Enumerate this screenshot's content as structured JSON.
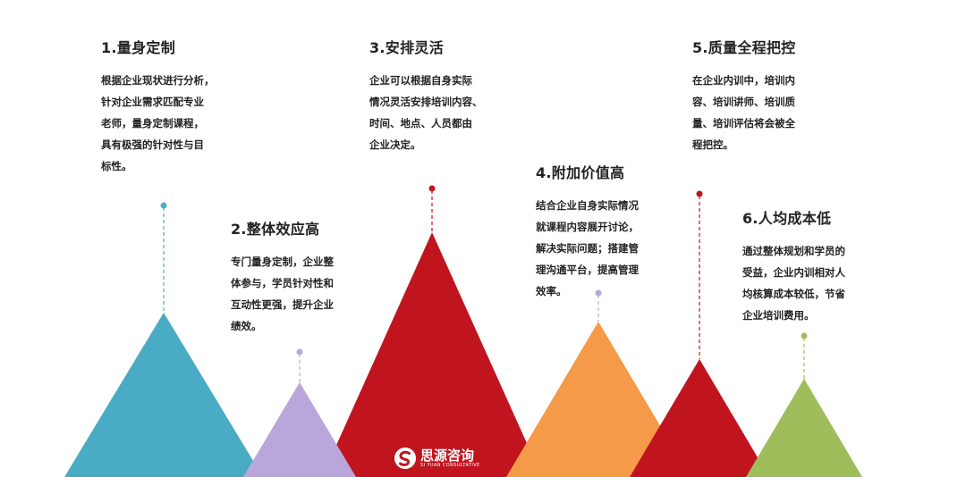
{
  "colors": {
    "blue": "#4aabc4",
    "lavender": "#b9a7dc",
    "red": "#c0151f",
    "orange": "#f59a48",
    "green": "#9fbd5a"
  },
  "items": [
    {
      "title": "1.量身定制",
      "text": "根据企业现状进行分析，\n针对企业需求匹配专业\n老师，量身定制课程，\n具有极强的针对性与目\n标性。"
    },
    {
      "title": "2.整体效应高",
      "text": "专门量身定制，企业整\n体参与，学员针对性和\n互动性更强，提升企业\n绩效。"
    },
    {
      "title": "3.安排灵活",
      "text": "企业可以根据自身实际\n情况灵活安排培训内容、\n时间、地点、人员都由\n企业决定。"
    },
    {
      "title": "4.附加价值高",
      "text": "结合企业自身实际情况\n就课程内容展开讨论，\n解决实际问题；搭建管\n理沟通平台，提高管理\n效率。"
    },
    {
      "title": "5.质量全程把控",
      "text": "在企业内训中，培训内\n容、培训讲师、培训质\n量、培训评估将会被全\n程把控。"
    },
    {
      "title": "6.人均成本低",
      "text": "通过整体规划和学员的\n受益，企业内训相对人\n均核算成本较低，节省\n企业培训费用。"
    }
  ],
  "logo": {
    "name": "思源咨询",
    "sub": "SI YUAN CONSULTATIVE",
    "icon": "logo-mark"
  }
}
